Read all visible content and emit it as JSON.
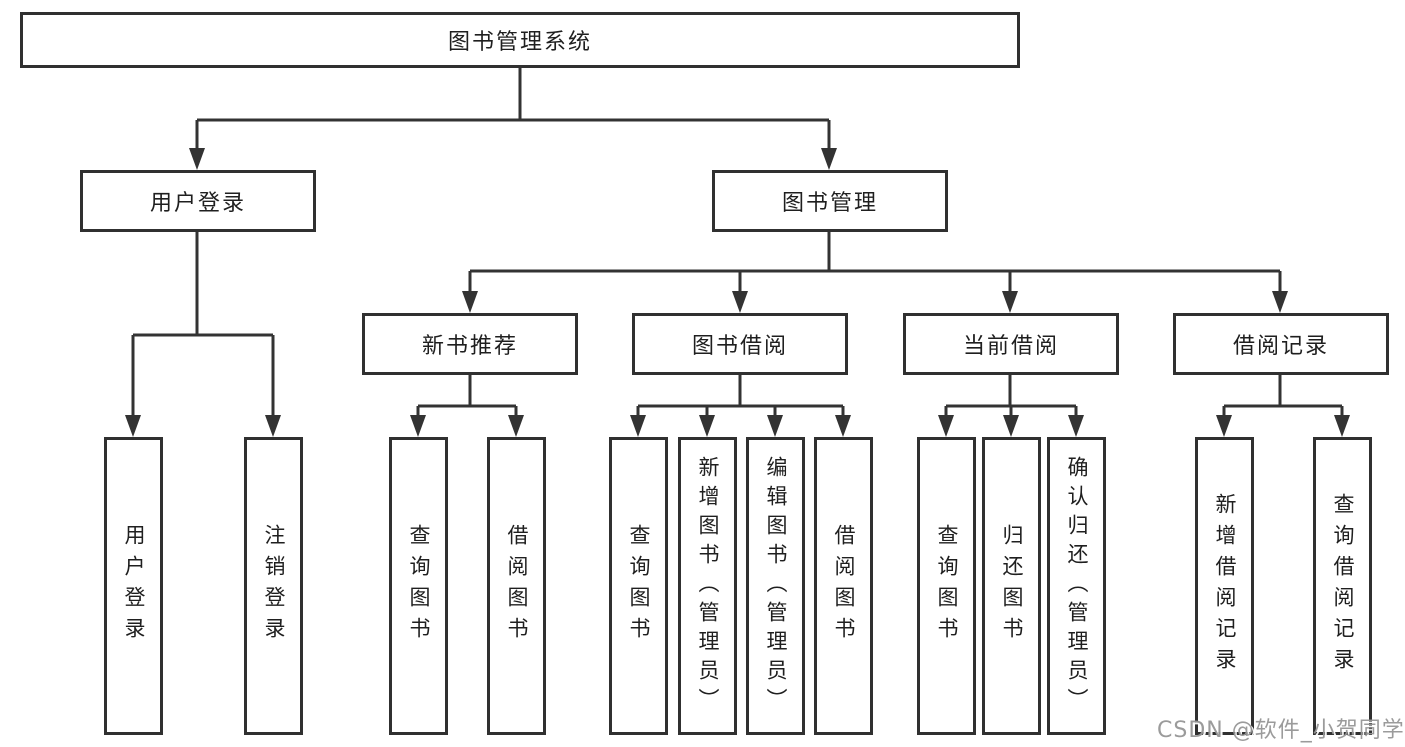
{
  "colors": {
    "background": "#ffffff",
    "box_border": "#303030",
    "line": "#333333",
    "text": "#1f1f1f",
    "watermark": "#969696"
  },
  "tree": {
    "root": {
      "label": "图书管理系统"
    },
    "user_login": {
      "label": "用户登录",
      "children": [
        {
          "label": "用户登录"
        },
        {
          "label": "注销登录"
        }
      ]
    },
    "book_management": {
      "label": "图书管理",
      "new_book_recommendation": {
        "label": "新书推荐",
        "children": [
          {
            "label": "查询图书"
          },
          {
            "label": "借阅图书"
          }
        ]
      },
      "book_borrowing": {
        "label": "图书借阅",
        "children": [
          {
            "label": "查询图书"
          },
          {
            "label": "新增图书（管理员）"
          },
          {
            "label": "编辑图书（管理员）"
          },
          {
            "label": "借阅图书"
          }
        ]
      },
      "current_borrowing": {
        "label": "当前借阅",
        "children": [
          {
            "label": "查询图书"
          },
          {
            "label": "归还图书"
          },
          {
            "label": "确认归还（管理员）"
          }
        ]
      },
      "borrowing_records": {
        "label": "借阅记录",
        "children": [
          {
            "label": "新增借阅记录"
          },
          {
            "label": "查询借阅记录"
          }
        ]
      }
    }
  },
  "watermark": {
    "text": "CSDN @软件_小贺同学"
  }
}
